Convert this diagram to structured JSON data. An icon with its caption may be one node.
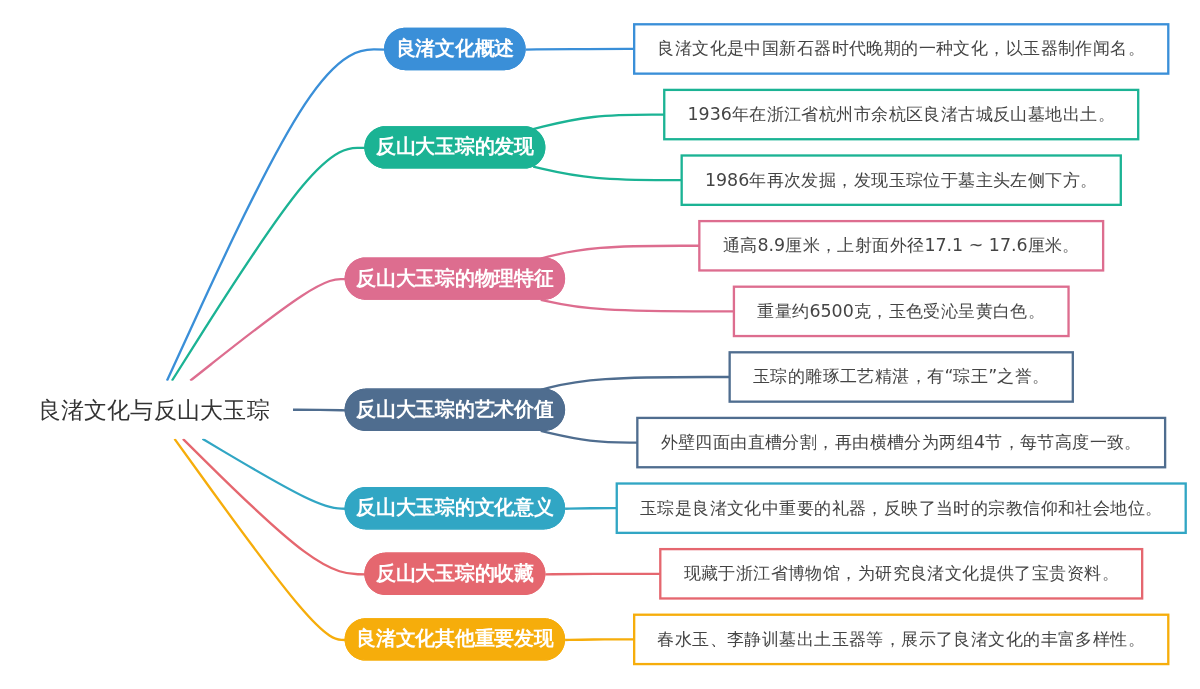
{
  "diagram": {
    "nodes": [
      {
        "text": [
          "良渚文化与反山大玉琮"
        ]
      },
      {
        "text": [
          "良渚文化概述"
        ]
      },
      {
        "text": [
          "良渚文化是中国新石器时代晚期的一种文化，以玉器制作闻名。"
        ]
      },
      {
        "text": [
          "反山大玉琮的发现"
        ]
      },
      {
        "text": [
          "1936年在浙江省杭州市余杭区良渚古城反山墓地出土。"
        ]
      },
      {
        "text": [
          "1986年再次发掘，发现玉琮位于墓主头左侧下方。"
        ]
      },
      {
        "text": [
          "反山大玉琮的物理特征"
        ]
      },
      {
        "text": [
          "通高8.9厘米，上射面外径17.1 ~ 17.6厘米。"
        ]
      },
      {
        "text": [
          "重量约6500克，玉色受沁呈黄白色。"
        ]
      },
      {
        "text": [
          "反山大玉琮的艺术价值"
        ]
      },
      {
        "text": [
          "玉琮的雕琢工艺精湛，有“琮王”之誉。"
        ]
      },
      {
        "text": [
          "外壁四面由直槽分割，再由横槽分为两组4节，每节高度一致。"
        ]
      },
      {
        "text": [
          "反山大玉琮的文化意义"
        ]
      },
      {
        "text": [
          "玉琮是良渚文化中重要的礼器，反映了当时的宗教信仰和社会地位。"
        ]
      },
      {
        "text": [
          "反山大玉琮的收藏"
        ]
      },
      {
        "text": [
          "现藏于浙江省博物馆，为研究良渚文化提供了宝贵资料。"
        ]
      },
      {
        "text": [
          "良渚文化其他重要发现"
        ]
      },
      {
        "text": [
          "春水玉、李静训墓出土玉器等，展示了良渚文化的丰富多样性。"
        ]
      }
    ],
    "edges": [
      {
        "from": 0,
        "to": 1,
        "arrow": "none",
        "color": "#3a8fd8"
      },
      {
        "from": 1,
        "to": 2,
        "arrow": "none",
        "color": "#3a8fd8"
      },
      {
        "from": 0,
        "to": 3,
        "arrow": "none",
        "color": "#1bb394"
      },
      {
        "from": 3,
        "to": 4,
        "arrow": "none",
        "color": "#1bb394"
      },
      {
        "from": 3,
        "to": 5,
        "arrow": "none",
        "color": "#1bb394"
      },
      {
        "from": 0,
        "to": 6,
        "arrow": "none",
        "color": "#dd6d8f"
      },
      {
        "from": 6,
        "to": 7,
        "arrow": "none",
        "color": "#dd6d8f"
      },
      {
        "from": 6,
        "to": 8,
        "arrow": "none",
        "color": "#dd6d8f"
      },
      {
        "from": 0,
        "to": 9,
        "arrow": "none",
        "color": "#4f6d8f"
      },
      {
        "from": 9,
        "to": 10,
        "arrow": "none",
        "color": "#4f6d8f"
      },
      {
        "from": 9,
        "to": 11,
        "arrow": "none",
        "color": "#4f6d8f"
      },
      {
        "from": 0,
        "to": 12,
        "arrow": "none",
        "color": "#31a6c4"
      },
      {
        "from": 12,
        "to": 13,
        "arrow": "none",
        "color": "#31a6c4"
      },
      {
        "from": 0,
        "to": 14,
        "arrow": "none",
        "color": "#e5676f"
      },
      {
        "from": 14,
        "to": 15,
        "arrow": "none",
        "color": "#e5676f"
      },
      {
        "from": 0,
        "to": 16,
        "arrow": "none",
        "color": "#f6ad0b"
      },
      {
        "from": 16,
        "to": 17,
        "arrow": "none",
        "color": "#f6ad0b"
      }
    ]
  }
}
